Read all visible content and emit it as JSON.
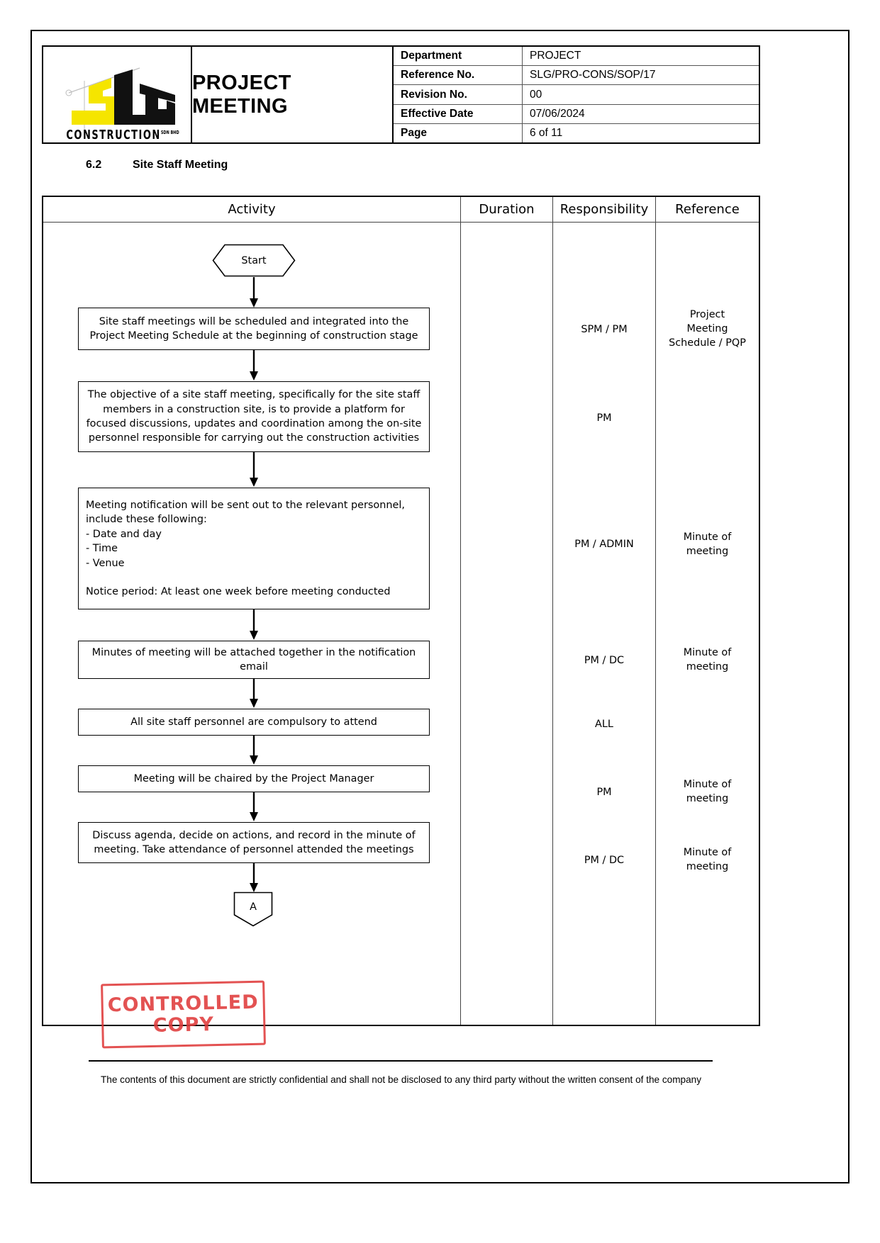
{
  "header": {
    "title": "PROJECT MEETING",
    "logo": {
      "brand": "SLG",
      "caption": "CONSTRUCTION",
      "caption_tm": "SDN BHD"
    },
    "meta": [
      {
        "key": "Department",
        "value": "PROJECT"
      },
      {
        "key": "Reference No.",
        "value": "SLG/PRO-CONS/SOP/17"
      },
      {
        "key": "Revision No.",
        "value": "00"
      },
      {
        "key": "Effective Date",
        "value": "07/06/2024"
      },
      {
        "key": "Page",
        "value": "6 of 11"
      }
    ]
  },
  "section": {
    "number": "6.2",
    "title": "Site Staff Meeting"
  },
  "table": {
    "columns": [
      "Activity",
      "Duration",
      "Responsibility",
      "Reference"
    ]
  },
  "flow": {
    "start_label": "Start",
    "connector_label": "A",
    "nodes": [
      {
        "text": "Site staff meetings will be scheduled and integrated into the Project Meeting Schedule at the beginning of construction stage"
      },
      {
        "text": "The objective of a site staff meeting, specifically for the site staff members in a construction site, is to provide a platform for focused discussions, updates and coordination among the on-site personnel responsible for carrying out the construction activities"
      },
      {
        "line1": "Meeting notification will be sent out to the relevant personnel,",
        "line2": "include these following:",
        "line3": "- Date and day",
        "line4": "- Time",
        "line5": "- Venue",
        "line6": "Notice period: At least one week before meeting conducted"
      },
      {
        "text": "Minutes of meeting will be attached together in the notification email"
      },
      {
        "text": "All site staff personnel are compulsory to attend"
      },
      {
        "text": "Meeting will be chaired by the Project Manager"
      },
      {
        "text": "Discuss agenda, decide on actions, and record in the minute of meeting. Take attendance of personnel attended the meetings"
      }
    ]
  },
  "responsibility": [
    "SPM / PM",
    "PM",
    "PM / ADMIN",
    "PM / DC",
    "ALL",
    "PM",
    "PM / DC"
  ],
  "reference": [
    "Project\nMeeting\nSchedule / PQP",
    "",
    "Minute of\nmeeting",
    "Minute of\nmeeting",
    "",
    "Minute of\nmeeting",
    "Minute of\nmeeting"
  ],
  "stamp": {
    "line1": "CONTROLLED",
    "line2": "COPY",
    "color": "#e03b3b"
  },
  "footer": {
    "text": "The contents of this document are strictly confidential and shall not be disclosed to any third party without the written consent of the company"
  }
}
